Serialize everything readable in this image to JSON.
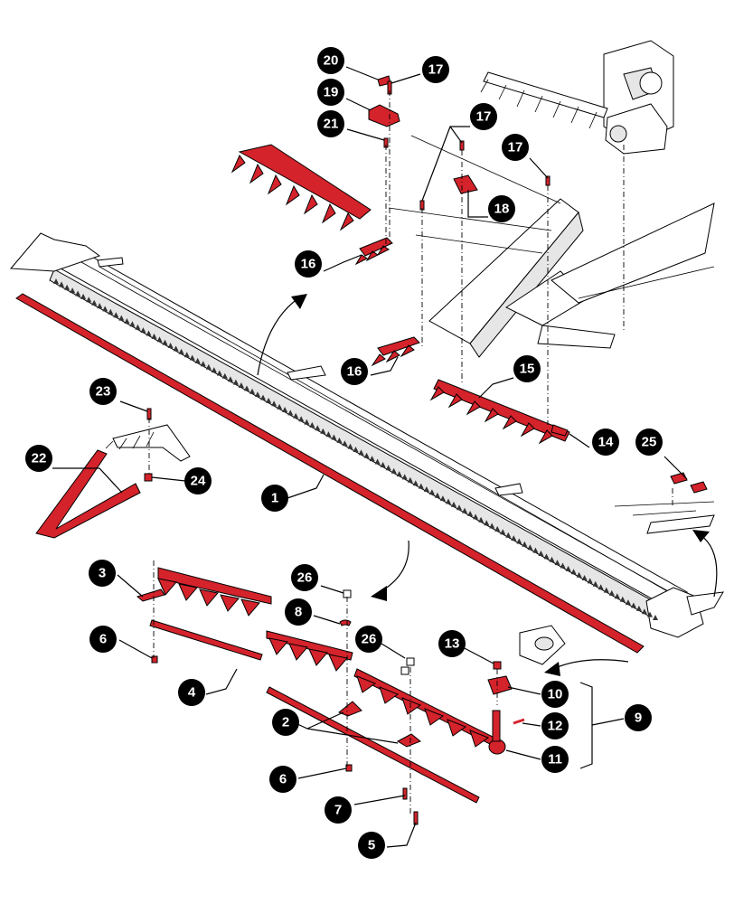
{
  "colors": {
    "part_highlight": "#d4232b",
    "callout_fill": "#000000",
    "callout_text": "#ffffff",
    "line": "#000000"
  },
  "callouts": {
    "c1": "1",
    "c2": "2",
    "c3": "3",
    "c4": "4",
    "c5": "5",
    "c6a": "6",
    "c6b": "6",
    "c7": "7",
    "c8": "8",
    "c9": "9",
    "c10": "10",
    "c11": "11",
    "c12": "12",
    "c13": "13",
    "c14": "14",
    "c15": "15",
    "c16a": "16",
    "c16b": "16",
    "c17a": "17",
    "c17b": "17",
    "c17c": "17",
    "c18": "18",
    "c19": "19",
    "c20": "20",
    "c21": "21",
    "c22": "22",
    "c23": "23",
    "c24": "24",
    "c25": "25",
    "c26a": "26",
    "c26b": "26"
  }
}
